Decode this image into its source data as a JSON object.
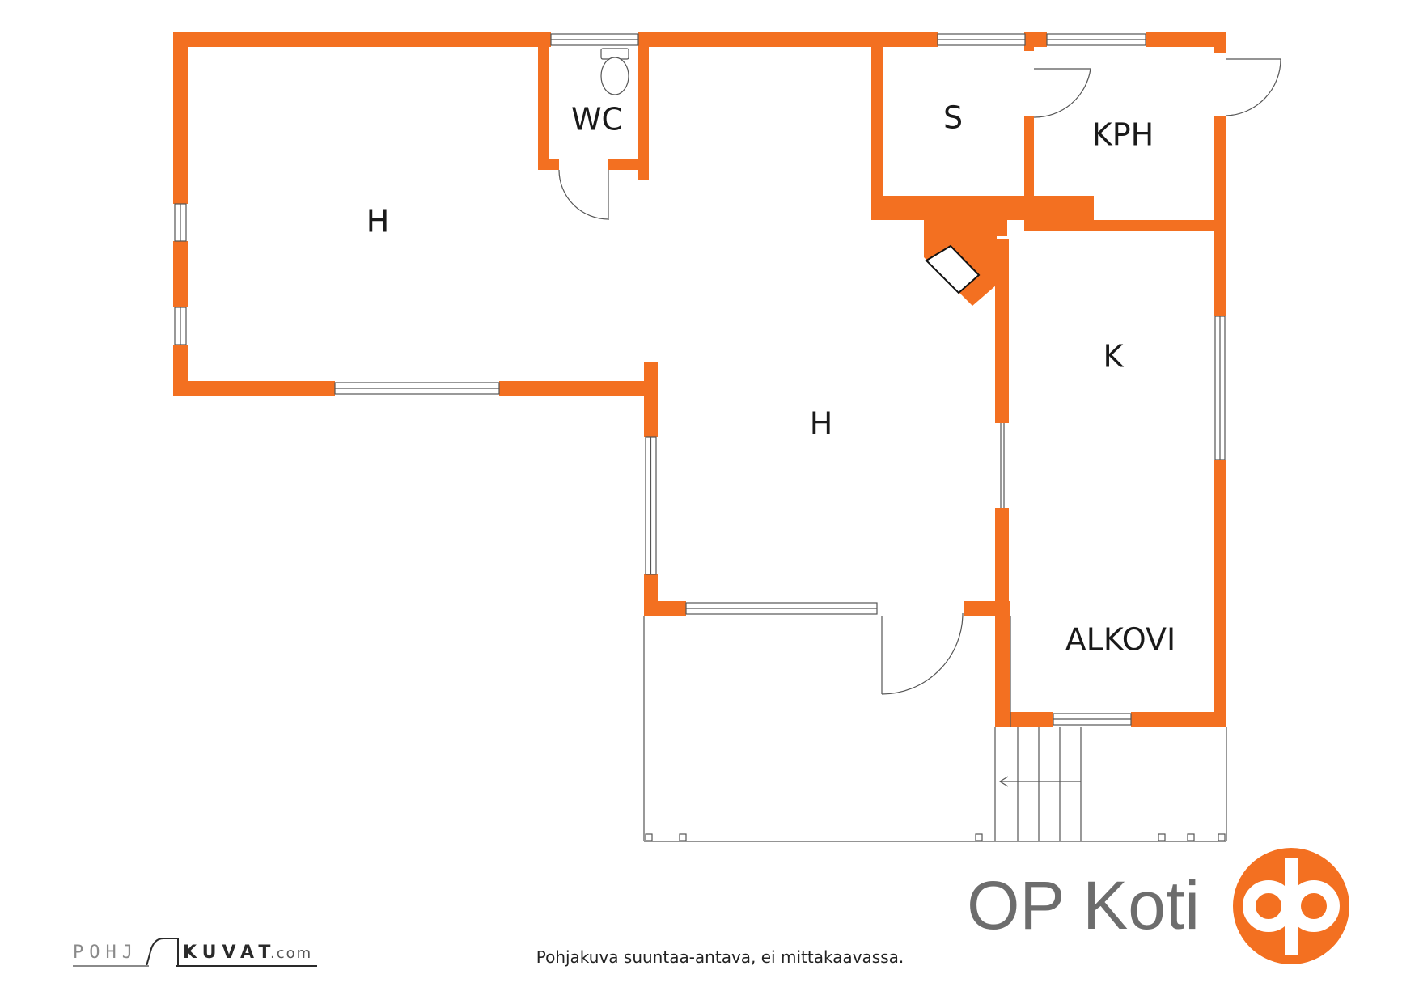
{
  "rooms": {
    "living_left": "H",
    "wc": "WC",
    "sauna": "S",
    "bathroom": "KPH",
    "living_center": "H",
    "kitchen": "K",
    "alcove": "ALKOVI"
  },
  "footer": {
    "disclaimer": "Pohjakuva suuntaa-antava, ei mittakaavassa."
  },
  "branding": {
    "op_koti": "OP Koti",
    "op_logo_color": "#F37021",
    "pohjakuvat_light": "POHJ",
    "pohjakuvat_bold": "KUVAT",
    "pohjakuvat_suffix": ".com"
  },
  "colors": {
    "wall": "#F37021",
    "line": "#555555"
  }
}
